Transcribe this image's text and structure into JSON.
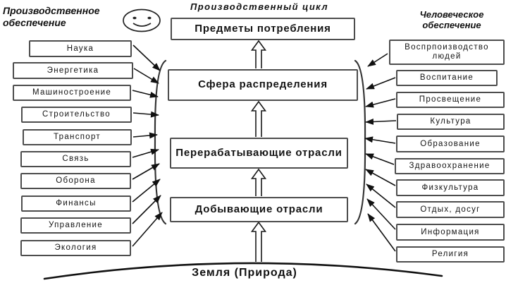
{
  "diagram": {
    "headings": {
      "left": "Производственное обеспечение",
      "center": "Производственный цикл",
      "right": "Человеческое обеспечение"
    },
    "cycle": {
      "items": [
        "Предметы потребления",
        "Сфера распределения",
        "Перерабатывающие отрасли",
        "Добывающие отрасли"
      ]
    },
    "left_column": {
      "items": [
        "Наука",
        "Энергетика",
        "Машиностроение",
        "Строительство",
        "Транспорт",
        "Связь",
        "Оборона",
        "Финансы",
        "Управление",
        "Экология"
      ]
    },
    "right_column": {
      "items": [
        "Воспрпоизводство людей",
        "Воспитание",
        "Просвещение",
        "Культура",
        "Образование",
        "Здравоохранение",
        "Физкультура",
        "Отдых, досуг",
        "Информация",
        "Религия"
      ]
    },
    "ground_label": "Земля (Природа)",
    "icons": {
      "smiley": "smiley-face-icon"
    },
    "colors": {
      "background": "#ffffff",
      "line": "#1a1a1a",
      "box_border": "#4d4d4d",
      "text": "#141414"
    }
  }
}
